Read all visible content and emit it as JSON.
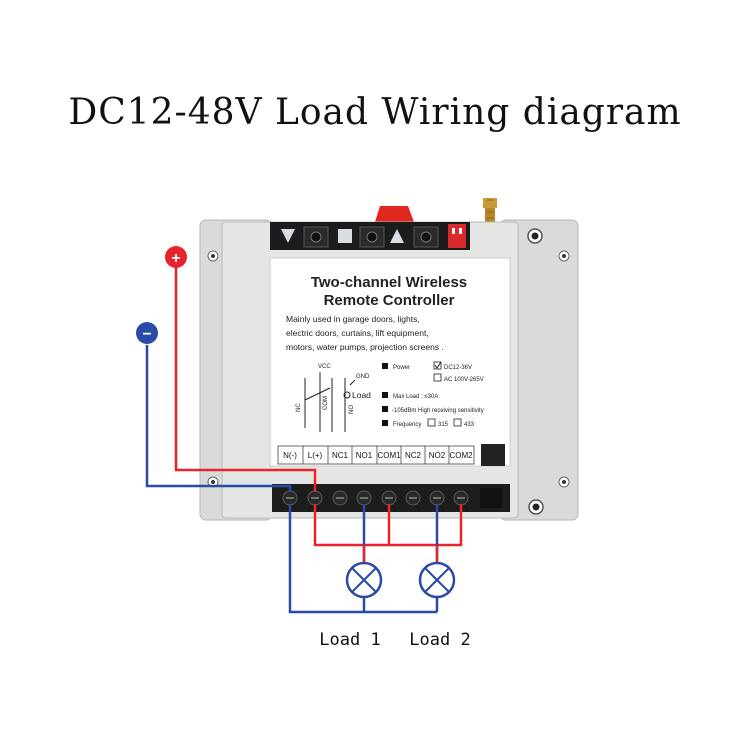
{
  "title": "DC12-48V Load Wiring diagram",
  "label": {
    "heading_line1": "Two-channel Wireless",
    "heading_line2": "Remote Controller",
    "desc_line1": "Mainly used in garage doors, lights,",
    "desc_line2": "electric doors, curtains, lift equipment,",
    "desc_line3": "motors, water pumps, projection screens .",
    "power_label": "Power",
    "power_dc": "DC12-36V",
    "power_ac": "AC 100V-265V",
    "max_load": "Max Load : ≤30A",
    "sensitivity": "-105dBm High receiving sensitivity",
    "frequency": "Frequency",
    "freq_315": "315",
    "freq_433": "433",
    "sch_vcc": "VCC",
    "sch_gnd": "GND",
    "sch_load": "Load",
    "sch_nc": "NC",
    "sch_com": "COM",
    "sch_no": "NO"
  },
  "terminals": [
    "N(-)",
    "L(+)",
    "NC1",
    "NO1",
    "COM1",
    "NC2",
    "NO2",
    "COM2"
  ],
  "polarity": {
    "positive": "+",
    "negative": "−"
  },
  "loads": [
    "Load 1",
    "Load 2"
  ],
  "colors": {
    "positive_wire": "#e8242a",
    "negative_wire": "#2a4aa8",
    "case": "#e3e6e3",
    "terminal_block": "#222222"
  }
}
